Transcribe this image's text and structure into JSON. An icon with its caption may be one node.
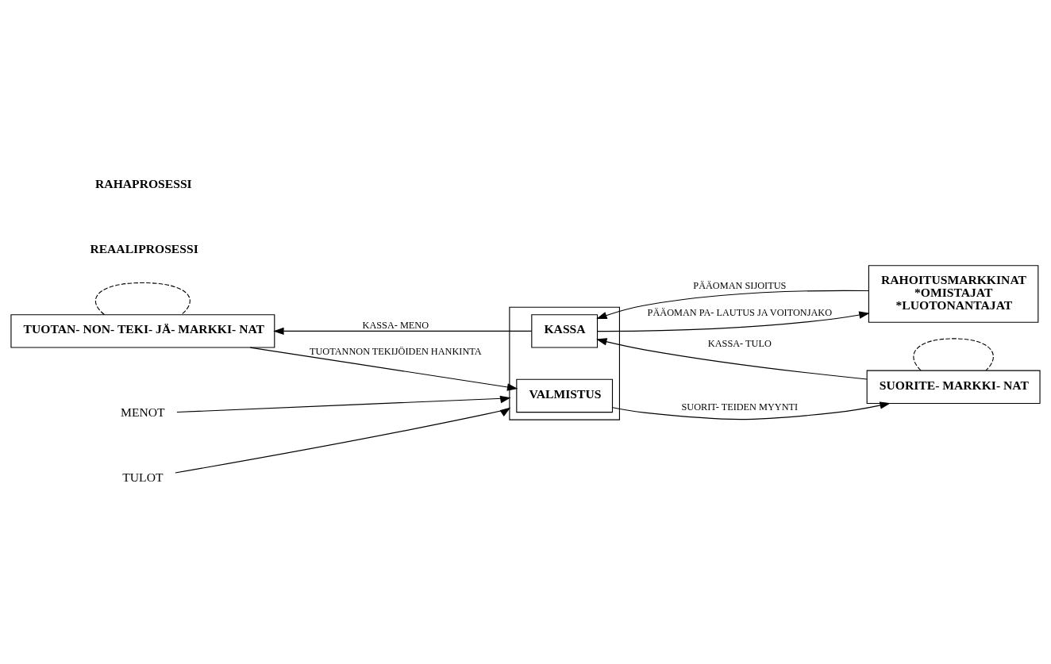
{
  "diagram": {
    "nodes": [
      {
        "text": [
          "TUOTAN- NON- TEKI- JÄ- MARKKI- NAT"
        ]
      },
      {
        "text": [],
        "shape": "box"
      },
      {
        "text": [
          "VALMISTUS"
        ],
        "in": 1
      },
      {
        "text": [
          "KASSA"
        ],
        "in": 1
      },
      {
        "text": [
          "SUORITE- MARKKI- NAT"
        ]
      },
      {
        "text": [
          "RAHOITUSMARKKINAT",
          "*OMISTAJAT",
          "*LUOTONANTAJAT"
        ]
      },
      {
        "text": [
          "MENOT"
        ]
      },
      {
        "text": [
          "TULOT"
        ]
      }
    ],
    "edges": [
      {
        "from": 0,
        "to": 2,
        "arrow": "to",
        "label": "TUOTANNON TEKIJÖIDEN HANKINTA"
      },
      {
        "from": 2,
        "to": 4,
        "arrow": "to",
        "label": "SUORIT- TEIDEN MYYNTI"
      },
      {
        "from": 4,
        "to": 4,
        "arrow": "none",
        "style": "dashed"
      },
      {
        "from": 4,
        "to": 3,
        "arrow": "to",
        "label": "KASSA- TULO"
      },
      {
        "from": 3,
        "to": 0,
        "arrow": "to",
        "label": "KASSA- MENO"
      },
      {
        "from": 0,
        "to": 0,
        "arrow": "none",
        "style": "dashed"
      },
      {
        "from": 3,
        "to": 5,
        "arrow": "to",
        "label": "PÄÄOMAN PA- LAUTUS JA VOITONJAKO"
      },
      {
        "from": 5,
        "to": 3,
        "arrow": "to",
        "label": "PÄÄOMAN SIJOITUS"
      },
      {
        "from": 6,
        "to": 1,
        "arrow": "to"
      },
      {
        "from": 7,
        "to": 1,
        "arrow": "to"
      }
    ],
    "labels": [
      "REAALIPROSESSI",
      "RAHAPROSESSI"
    ]
  }
}
